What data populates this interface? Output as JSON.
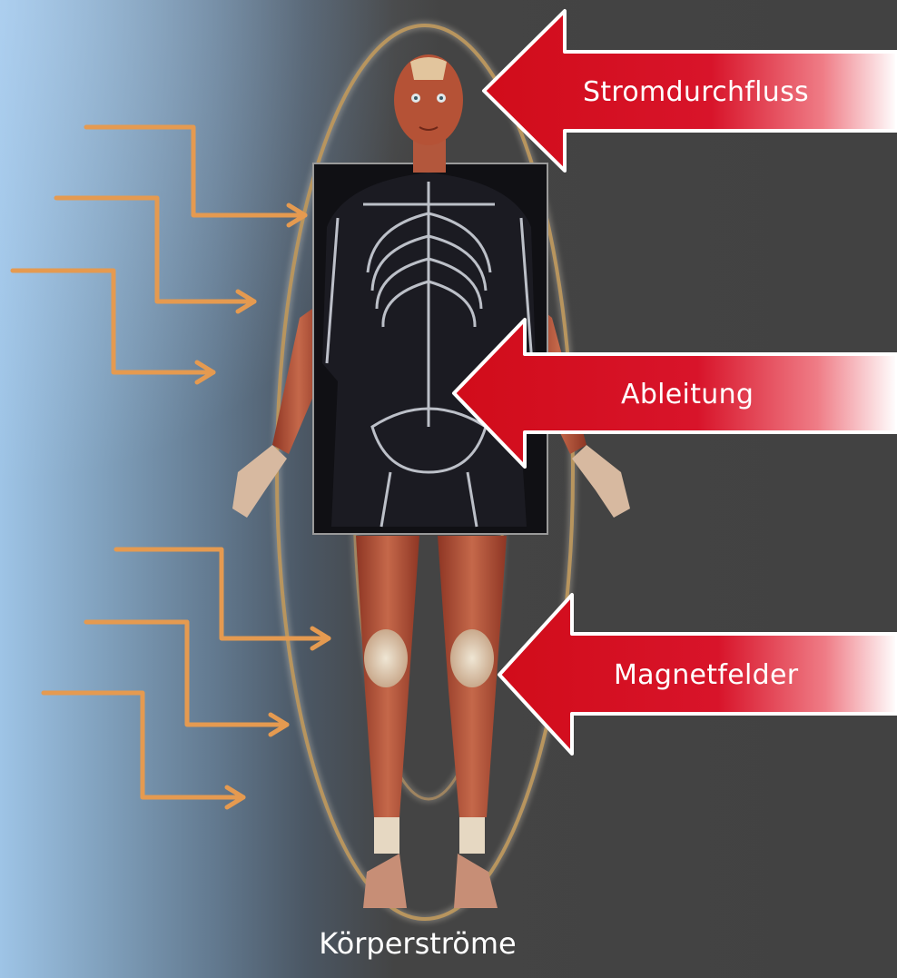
{
  "arrows": [
    {
      "label": "Stromdurchfluss"
    },
    {
      "label": "Ableitung"
    },
    {
      "label": "Magnetfelder"
    }
  ],
  "caption": "Körperströme",
  "colors": {
    "background_dark": "#424242",
    "background_light": "#9ec4e6",
    "arrow_red": "#d40f1c",
    "signal_orange": "#e59a50",
    "aura_gold": "#b8955e",
    "muscle": "#b55236",
    "skeleton_panel": "#101014"
  },
  "icons": [
    "body-figure-icon",
    "skeleton-icon",
    "stepped-signal-arrow-icon"
  ]
}
